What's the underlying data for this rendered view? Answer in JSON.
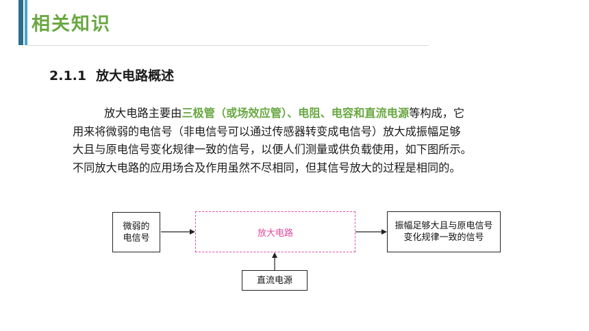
{
  "section_title": "相关知识",
  "heading": {
    "number": "2.1.1",
    "text": "放大电路概述"
  },
  "paragraph": {
    "line1_pre": "放大电路主要由",
    "line1_hl": "三极管（或场效应管）、电阻、电容和直流电源",
    "line1_post": "等构成，它",
    "line2": "用来将微弱的电信号（非电信号可以通过传感器转变成电信号）放大成振幅足够",
    "line3": "大且与原电信号变化规律一致的信号，以便人们测量或供负载使用，如下图所示。",
    "line4": "不同放大电路的应用场合及作用虽然不尽相同，但其信号放大的过程是相同的。"
  },
  "diagram": {
    "input_line1": "微弱的",
    "input_line2": "电信号",
    "center": "放大电路",
    "output_line1": "振幅足够大且与原电信号",
    "output_line2": "变化规律一致的信号",
    "power": "直流电源"
  },
  "colors": {
    "accent_green": "#6aa843",
    "bar_dark": "#2a6f8f",
    "bar_light": "#4fa3c7",
    "dashed_pink": "#e0489a"
  }
}
